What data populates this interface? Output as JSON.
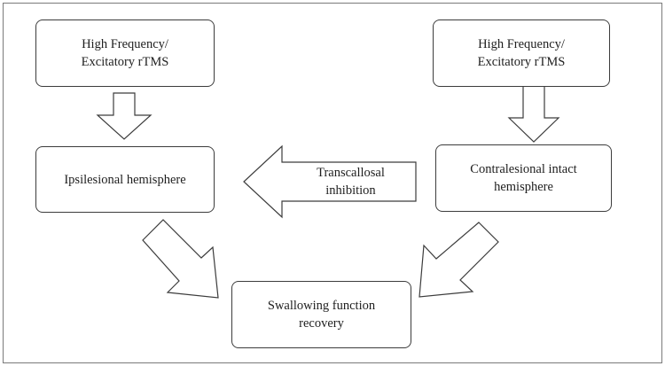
{
  "diagram": {
    "nodes": {
      "rtms_left": {
        "label": "High Frequency/\nExcitatory rTMS"
      },
      "rtms_right": {
        "label": "High Frequency/\nExcitatory rTMS"
      },
      "ipsilesional": {
        "label": "Ipsilesional hemisphere"
      },
      "contralesional": {
        "label": "Contralesional intact\nhemisphere"
      },
      "swallowing": {
        "label": "Swallowing function\nrecovery"
      }
    },
    "arrows": {
      "transcallosal": {
        "label": "Transcallosal\ninhibition"
      }
    },
    "colors": {
      "stroke": "#3c3c3c",
      "text": "#1e1e1e",
      "frame": "#7a7a7a",
      "fill": "#ffffff"
    }
  }
}
